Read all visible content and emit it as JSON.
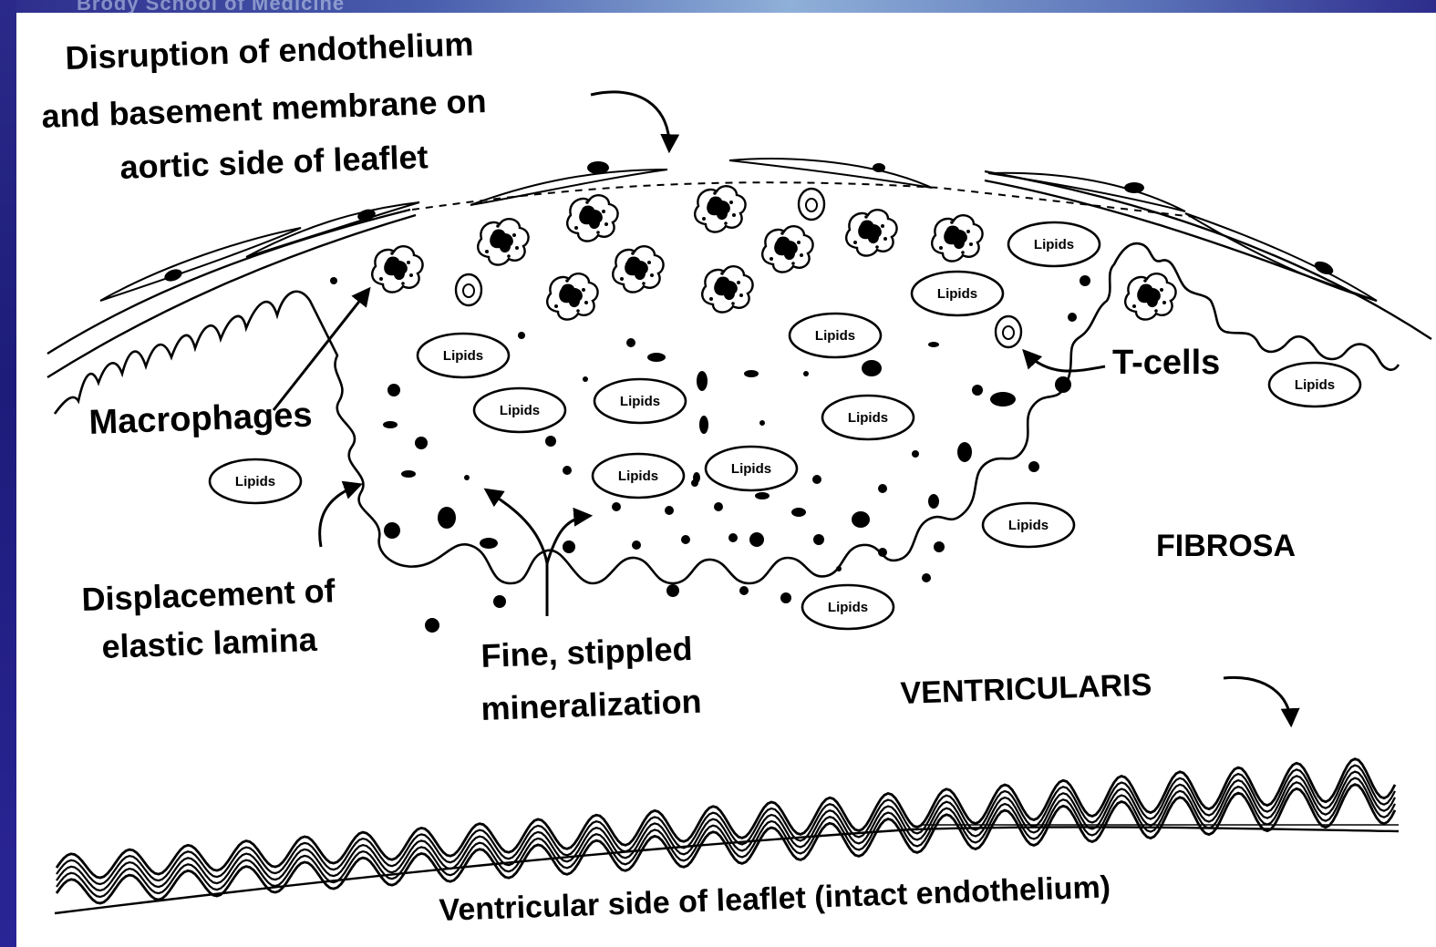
{
  "header": {
    "slide_header_text": "Brody School of Medicine"
  },
  "labels": {
    "disruption": [
      "Disruption of endothelium",
      "and basement membrane on",
      "aortic side of leaflet"
    ],
    "macrophages": "Macrophages",
    "t_cells": "T-cells",
    "fibrosa": "FIBROSA",
    "displacement": [
      "Displacement of",
      "elastic lamina"
    ],
    "mineralization": [
      "Fine, stippled",
      "mineralization"
    ],
    "ventricularis": "VENTRICULARIS",
    "ventricular_side": "Ventricular side of leaflet  (intact endothelium)"
  },
  "lipid_label": "Lipids",
  "colors": {
    "frame_blue": "#1d1c7a",
    "ink": "#000000",
    "background": "#ffffff"
  }
}
